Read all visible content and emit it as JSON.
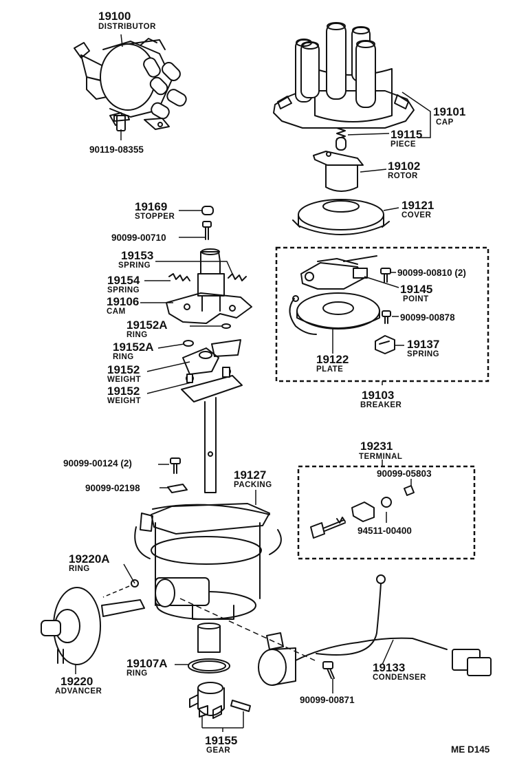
{
  "diagram_code": "ME D145",
  "parts": {
    "distributor": {
      "number": "19100",
      "name": "DISTRIBUTOR"
    },
    "bolt_08355": {
      "number": "90119-08355"
    },
    "cap": {
      "number": "19101",
      "name": "CAP"
    },
    "piece": {
      "number": "19115",
      "name": "PIECE"
    },
    "rotor": {
      "number": "19102",
      "name": "ROTOR"
    },
    "cover": {
      "number": "19121",
      "name": "COVER"
    },
    "stopper": {
      "number": "19169",
      "name": "STOPPER"
    },
    "screw_00710": {
      "number": "90099-00710"
    },
    "spring_19153": {
      "number": "19153",
      "name": "SPRING"
    },
    "spring_19154": {
      "number": "19154",
      "name": "SPRING"
    },
    "cam": {
      "number": "19106",
      "name": "CAM"
    },
    "ring_19152a_1": {
      "number": "19152A",
      "name": "RING"
    },
    "ring_19152a_2": {
      "number": "19152A",
      "name": "RING"
    },
    "weight_1": {
      "number": "19152",
      "name": "WEIGHT"
    },
    "weight_2": {
      "number": "19152",
      "name": "WEIGHT"
    },
    "screw_00810": {
      "number": "90099-00810 (2)"
    },
    "point": {
      "number": "19145",
      "name": "POINT"
    },
    "screw_00878": {
      "number": "90099-00878"
    },
    "spring_19137": {
      "number": "19137",
      "name": "SPRING"
    },
    "plate": {
      "number": "19122",
      "name": "PLATE"
    },
    "breaker": {
      "number": "19103",
      "name": "BREAKER"
    },
    "terminal": {
      "number": "19231",
      "name": "TERMINAL"
    },
    "nut_05803": {
      "number": "90099-05803"
    },
    "washer_00400": {
      "number": "94511-00400"
    },
    "screw_00124": {
      "number": "90099-00124 (2)"
    },
    "washer_02198": {
      "number": "90099-02198"
    },
    "packing": {
      "number": "19127",
      "name": "PACKING"
    },
    "ring_19220a": {
      "number": "19220A",
      "name": "RING"
    },
    "advancer": {
      "number": "19220",
      "name": "ADVANCER"
    },
    "ring_19107a": {
      "number": "19107A",
      "name": "RING"
    },
    "condenser": {
      "number": "19133",
      "name": "CONDENSER"
    },
    "screw_00871": {
      "number": "90099-00871"
    },
    "gear": {
      "number": "19155",
      "name": "GEAR"
    }
  }
}
